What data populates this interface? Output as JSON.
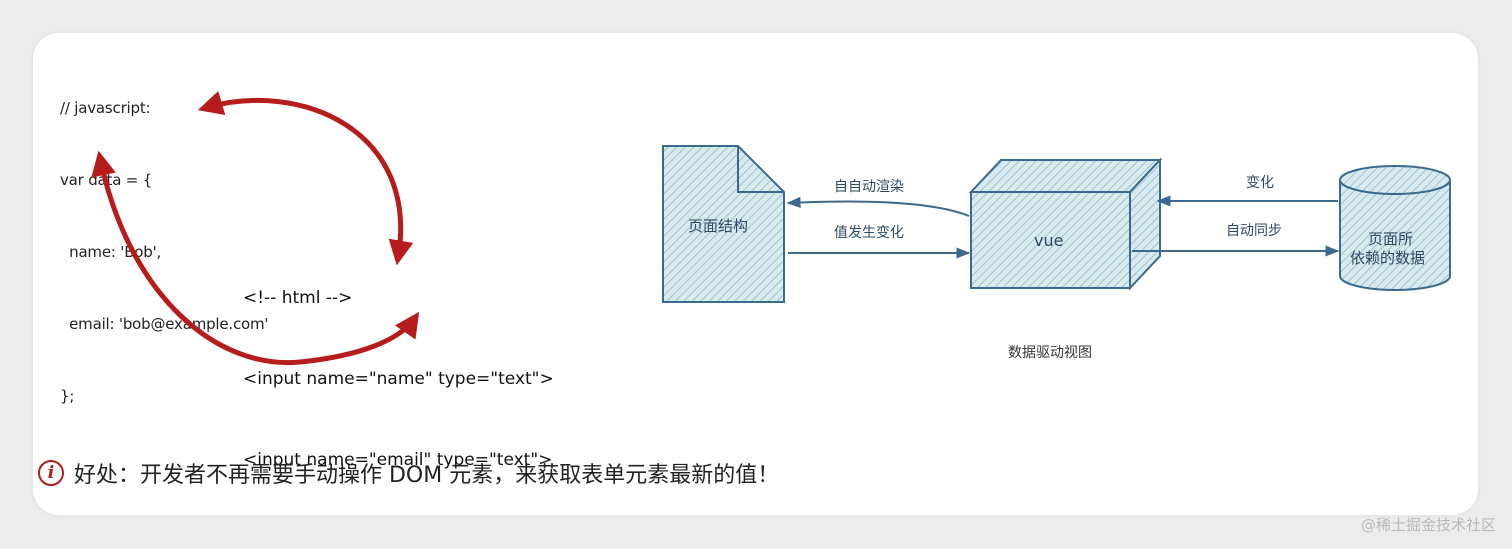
{
  "code": {
    "js_lines": [
      "// javascript:",
      "var data = {",
      "  name: 'Bob',",
      "  email: 'bob@example.com'",
      "};"
    ],
    "html_lines": [
      "<!-- html -->",
      "<input name=\"name\" type=\"text\">",
      "<input name=\"email\" type=\"text\">"
    ]
  },
  "diagram": {
    "page_structure": "页面结构",
    "vue": "vue",
    "data_source_line1": "页面所",
    "data_source_line2": "依赖的数据",
    "arrow_auto_render": "自自动渲染",
    "arrow_value_changed": "值发生变化",
    "arrow_change": "变化",
    "arrow_auto_sync": "自动同步",
    "caption": "数据驱动视图"
  },
  "tip": {
    "icon": "info-icon",
    "text": "好处：开发者不再需要手动操作 DOM 元素，来获取表单元素最新的值！"
  },
  "watermark": "@稀土掘金技术社区",
  "colors": {
    "arrow_red": "#b71c1c",
    "diagram_blue": "#3c6a8e",
    "shape_fill": "#cfe3ea"
  }
}
